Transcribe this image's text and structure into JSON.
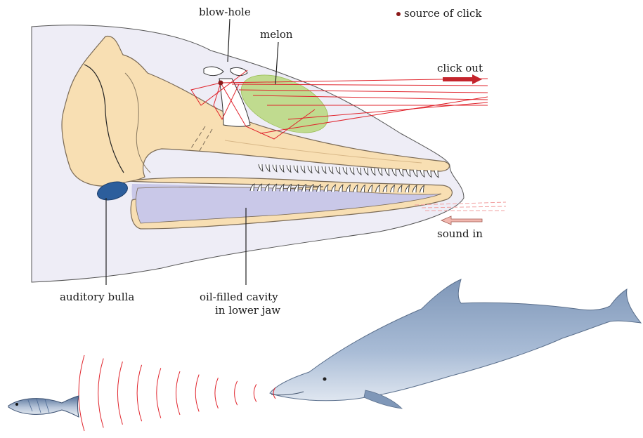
{
  "labels": {
    "blowhole": "blow-hole",
    "source_of_click": "source of click",
    "melon": "melon",
    "click_out": "click out",
    "sound_in": "sound in",
    "auditory_bulla": "auditory bulla",
    "oil_cavity_line1": "oil-filled cavity",
    "oil_cavity_line2": "in lower jaw"
  },
  "colors": {
    "bone": "#f8dfb3",
    "bone_outline": "#7a6a55",
    "head_fill": "#eeedf6",
    "melon": "#b7d77c",
    "oil_cavity": "#c9c8e8",
    "bulla": "#2c5e9c",
    "sound_ray": "#e0242c",
    "source_dot": "#8b1a1a",
    "click_arrow": "#c4242c",
    "sound_in_arrow": "#f2b8b0",
    "dolphin": "#9db1cc",
    "fish": "#a8b8d0"
  },
  "icons": {
    "source_marker": "dot-icon",
    "click_out_arrow": "arrow-right-icon",
    "sound_in_arrow": "arrow-left-icon"
  }
}
